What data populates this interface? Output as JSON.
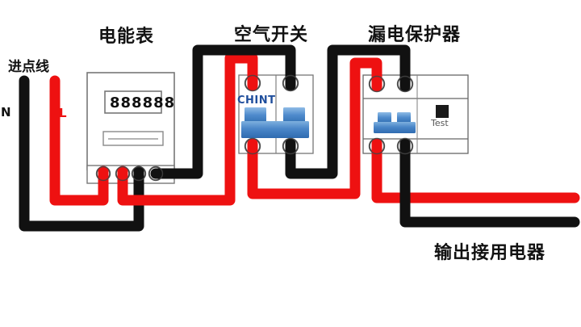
{
  "diagram": {
    "title_device_1": "电能表",
    "title_device_2": "空气开关",
    "title_device_3": "漏电保护器",
    "incoming_label": "进点线",
    "neutral_label": "N",
    "live_label": "L",
    "output_label": "输出接用电器",
    "meter_reading": "888888",
    "breaker_brand": "CHINT",
    "rcd_test_label": "Test",
    "colors": {
      "live_wire": "#ee1111",
      "neutral_wire": "#111111",
      "device_outline": "#666666",
      "brand_text": "#1f4e9c",
      "toggle_blue": "#4a86c8",
      "background": "#ffffff",
      "text": "#111111"
    }
  }
}
